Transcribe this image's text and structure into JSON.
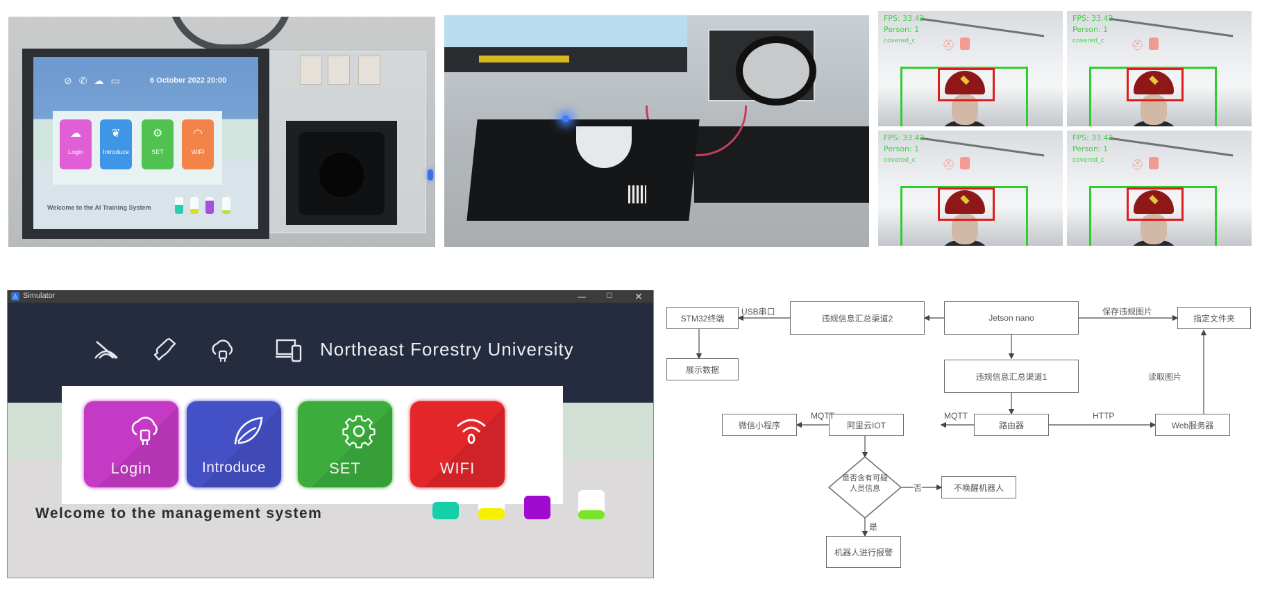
{
  "photos": {
    "device_screen": {
      "date_time": "6 October 2022 20:00",
      "header_icons": [
        "no-signal-icon",
        "phone-icon",
        "cloud-upload-icon",
        "devices-icon"
      ],
      "tiles": [
        {
          "label": "Login",
          "icon": "cloud-plug-icon",
          "color": "#e05fd6"
        },
        {
          "label": "Introduce",
          "icon": "leaf-icon",
          "color": "#3f96e6"
        },
        {
          "label": "SET",
          "icon": "gear-icon",
          "color": "#4fc24f"
        },
        {
          "label": "WIFI",
          "icon": "wifi-icon",
          "color": "#f2844a"
        }
      ],
      "welcome": "Welcome to the AI Training System",
      "bars": [
        {
          "fill": 0.55,
          "color": "#29cdb0"
        },
        {
          "fill": 0.3,
          "color": "#d8e21f"
        },
        {
          "fill": 0.8,
          "color": "#a64fe0"
        },
        {
          "fill": 0.2,
          "color": "#b5e23a"
        }
      ]
    },
    "camera_feeds": [
      {
        "fps": "FPS: 33.42",
        "person": "Person: 1",
        "line3": "covered_c"
      },
      {
        "fps": "FPS: 33.42",
        "person": "Person: 1",
        "line3": "covered_c"
      },
      {
        "fps": "FPS: 33.42",
        "person": "Person: 1",
        "line3": "covered_c"
      },
      {
        "fps": "FPS: 33.42",
        "person": "Person: 1",
        "line3": "covered_c"
      }
    ]
  },
  "simulator": {
    "window_title": "Simulator",
    "controls": {
      "minimize": "—",
      "maximize": "☐",
      "close": "✕"
    },
    "header_icons": [
      "no-signal-icon",
      "phone-icon",
      "cloud-upload-icon",
      "devices-icon"
    ],
    "brand": "Northeast Forestry University",
    "tiles": [
      {
        "label": "Login",
        "icon": "cloud-plug-icon",
        "color": "#c43ac4"
      },
      {
        "label": "Introduce",
        "icon": "leaf-icon",
        "color": "#4450c6"
      },
      {
        "label": "SET",
        "icon": "gear-icon",
        "color": "#3cac3c"
      },
      {
        "label": "WIFI",
        "icon": "wifi-icon",
        "color": "#e2262a"
      }
    ],
    "welcome": "Welcome to the management system",
    "bars": [
      {
        "fill": 0.6,
        "color": "#14d0a8"
      },
      {
        "fill": 0.38,
        "color": "#f5ef00"
      },
      {
        "fill": 0.82,
        "color": "#a10bd0"
      },
      {
        "fill": 0.3,
        "color": "#7ae42a"
      }
    ]
  },
  "flowchart": {
    "nodes": {
      "stm32": "STM32终端",
      "display": "展示数据",
      "channel2": "违规信息汇总渠道2",
      "jetson": "Jetson nano",
      "folder": "指定文件夹",
      "channel1": "违规信息汇总渠道1",
      "wechat": "微信小程序",
      "aliyun": "阿里云IOT",
      "router": "路由器",
      "web": "Web服务器",
      "decision": "是否含有可疑人员信息",
      "no_wake": "不唤醒机器人",
      "alarm": "机器人进行报警"
    },
    "edge_labels": {
      "usb": "USB串口",
      "save": "保存违规图片",
      "read": "读取图片",
      "mqtt1": "MQTT",
      "mqtt2": "MQTT",
      "http": "HTTP",
      "no": "否",
      "yes": "是"
    }
  }
}
